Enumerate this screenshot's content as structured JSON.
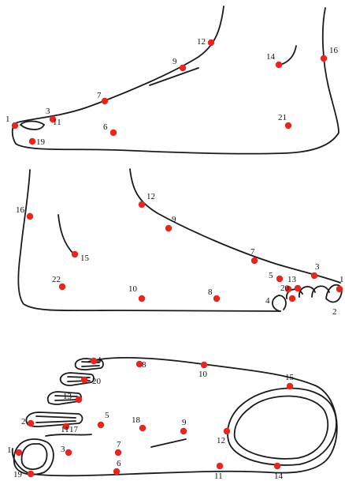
{
  "colors": {
    "outline": "#1a1a1a",
    "point": "#e8261e",
    "label": "#111111"
  },
  "views": [
    {
      "id": "medial-view",
      "labels": [
        "1",
        "3",
        "11",
        "7",
        "9",
        "12",
        "6",
        "19",
        "14",
        "16",
        "21"
      ]
    },
    {
      "id": "lateral-view",
      "labels": [
        "16",
        "12",
        "9",
        "15",
        "7",
        "3",
        "1",
        "5",
        "13",
        "2",
        "20",
        "4",
        "22",
        "10",
        "8"
      ]
    },
    {
      "id": "plantar-view",
      "labels": [
        "4",
        "20",
        "8",
        "10",
        "15",
        "13",
        "5",
        "18",
        "9",
        "2",
        "11",
        "17",
        "12",
        "1",
        "3",
        "7",
        "6",
        "19",
        "11",
        "14"
      ]
    }
  ]
}
